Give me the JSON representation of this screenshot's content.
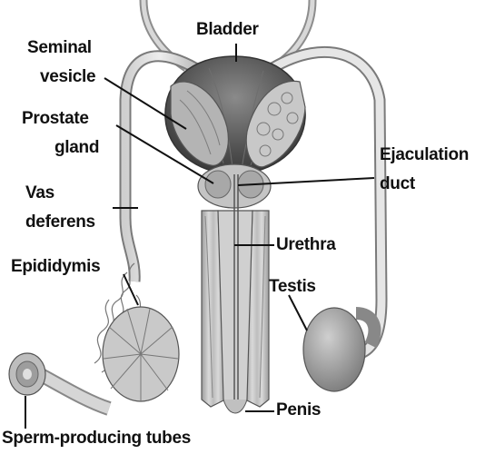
{
  "labels": {
    "bladder": "Bladder",
    "seminal_vesicle_1": "Seminal",
    "seminal_vesicle_2": "vesicle",
    "prostate_1": "Prostate",
    "prostate_2": "gland",
    "vas_1": "Vas",
    "vas_2": "deferens",
    "epididymis": "Epididymis",
    "ejaculation_1": "Ejaculation",
    "ejaculation_2": "duct",
    "urethra": "Urethra",
    "testis": "Testis",
    "penis": "Penis",
    "sperm_tubes": "Sperm-producing tubes"
  }
}
